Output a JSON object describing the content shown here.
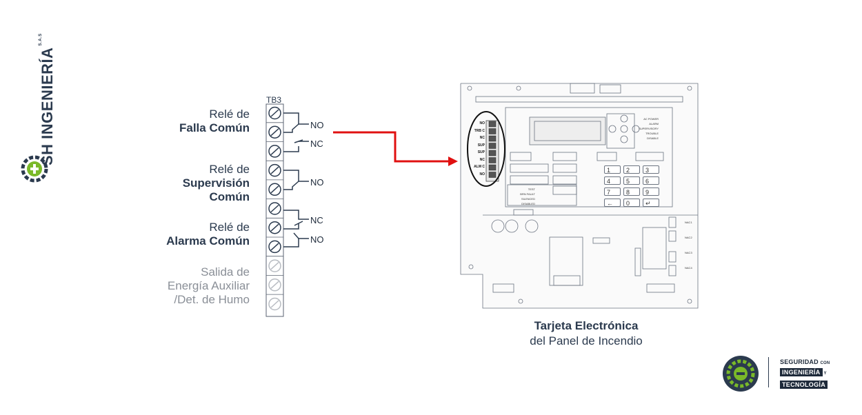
{
  "brand": {
    "name": "SH INGENIERÍA",
    "suffix": "S.A.S",
    "tag_line1": "SEGURIDAD",
    "tag_con": "CON",
    "tag_line2": "INGENIERÍA",
    "tag_y": "Y",
    "tag_line3": "TECNOLOGÍA",
    "accent": "#7ab929",
    "navy": "#2b3a4e",
    "arrow": "#e01010"
  },
  "terminal_block": {
    "label": "TB3",
    "contacts": {
      "no": "NO",
      "nc": "NC"
    }
  },
  "relays": [
    {
      "line1": "Relé de",
      "line2": "Falla Común"
    },
    {
      "line1": "Relé de",
      "line2": "Supervisión",
      "line3": "Común"
    },
    {
      "line1": "Relé de",
      "line2": "Alarma Común"
    }
  ],
  "aux": {
    "line1": "Salida de",
    "line2": "Energía Auxiliar",
    "line3": "/Det. de Humo"
  },
  "panel": {
    "caption_title": "Tarjeta Electrónica",
    "caption_sub": "del Panel de Incendio",
    "tb_labels": [
      "NO",
      "TRB C",
      "NC",
      "SUP",
      "SUP",
      "NC",
      "ALM C",
      "NO"
    ],
    "indicators": [
      "AC POWER",
      "ALARM",
      "SUPERVISORY",
      "TROUBLE",
      "DISABLE"
    ],
    "status": [
      "TEST",
      "BRN FAULT",
      "SILENCED",
      "DISABLED"
    ],
    "keypad": [
      "1",
      "2",
      "3",
      "4",
      "5",
      "6",
      "7",
      "8",
      "9",
      "←",
      "0",
      "↵"
    ],
    "nac_labels": [
      "NAC1",
      "NAC2",
      "NAC3",
      "NAC4"
    ]
  }
}
